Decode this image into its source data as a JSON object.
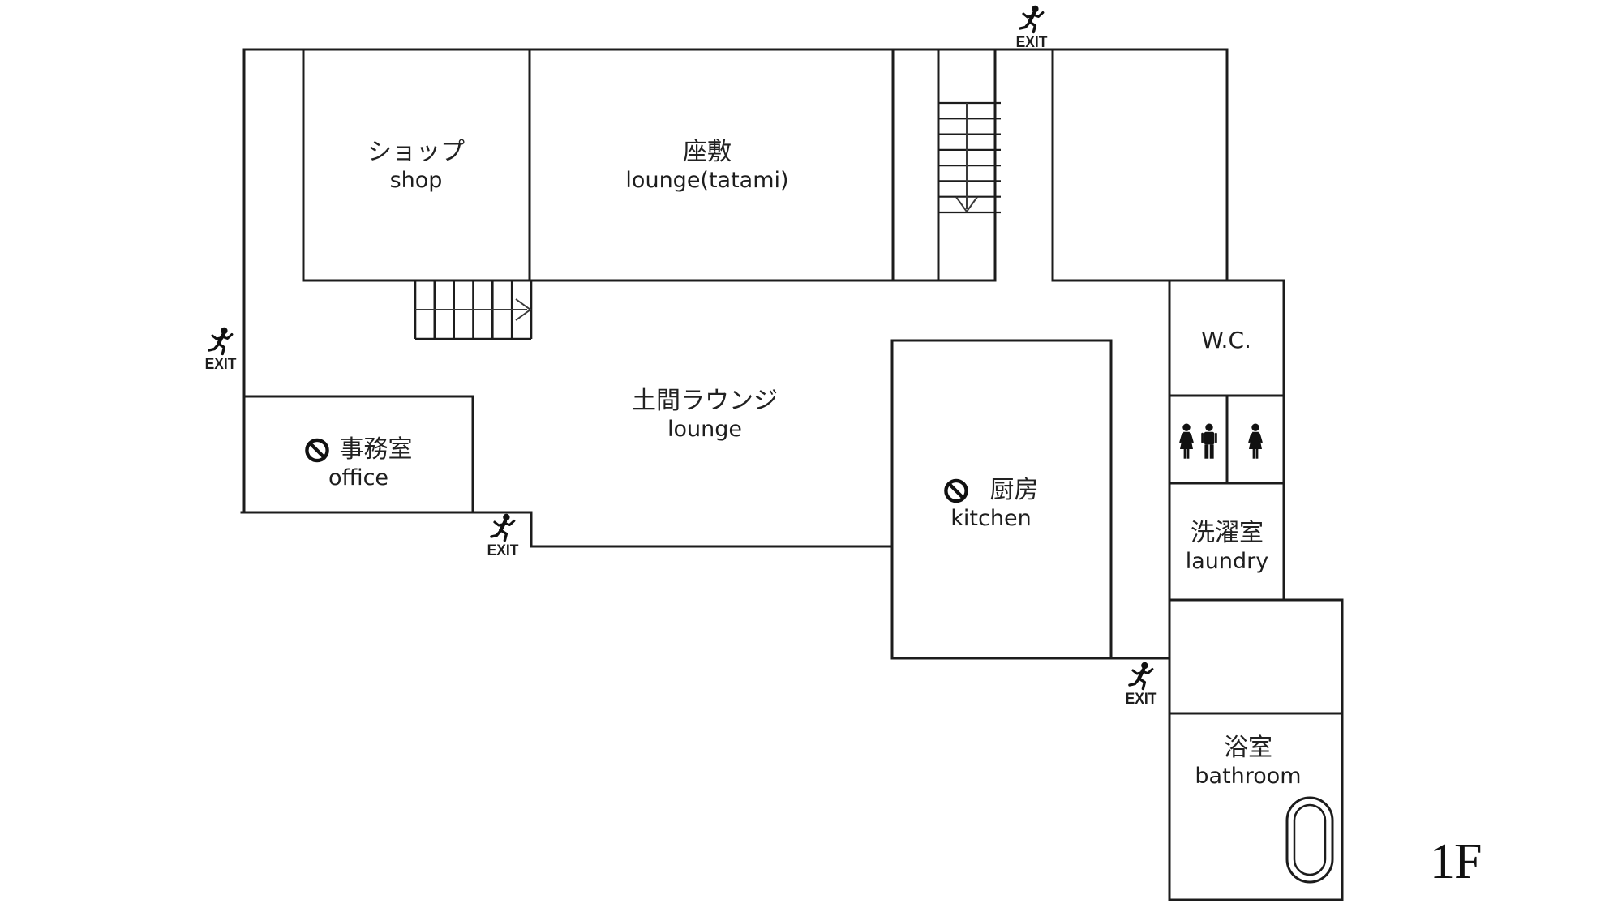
{
  "floor": {
    "label": "1F"
  },
  "exit": {
    "label": "EXIT"
  },
  "rooms": {
    "shop": {
      "jp": "ショップ",
      "en": "shop"
    },
    "tatami": {
      "jp": "座敷",
      "en": "lounge(tatami)"
    },
    "lounge": {
      "jp": "土間ラウンジ",
      "en": "lounge"
    },
    "office": {
      "jp": "事務室",
      "en": "office",
      "restricted": true
    },
    "kitchen": {
      "jp": "厨房",
      "en": "kitchen",
      "restricted": true
    },
    "wc": {
      "label": "W.C."
    },
    "laundry": {
      "jp": "洗濯室",
      "en": "laundry"
    },
    "bathroom": {
      "jp": "浴室",
      "en": "bathroom"
    }
  },
  "icons": {
    "exit_icon": "running-person",
    "restricted_icon": "no-entry-circle",
    "toilet_cell_left": [
      "woman-figure",
      "man-figure"
    ],
    "toilet_cell_right": [
      "woman-figure"
    ],
    "bathroom_icon": "bathtub",
    "upper_stairs_arrow": "arrow-down",
    "lower_stairs_arrow": "arrow-right"
  },
  "colors": {
    "wall": "#1c1c1c",
    "background": "#ffffff",
    "text": "#1d1d1d"
  }
}
